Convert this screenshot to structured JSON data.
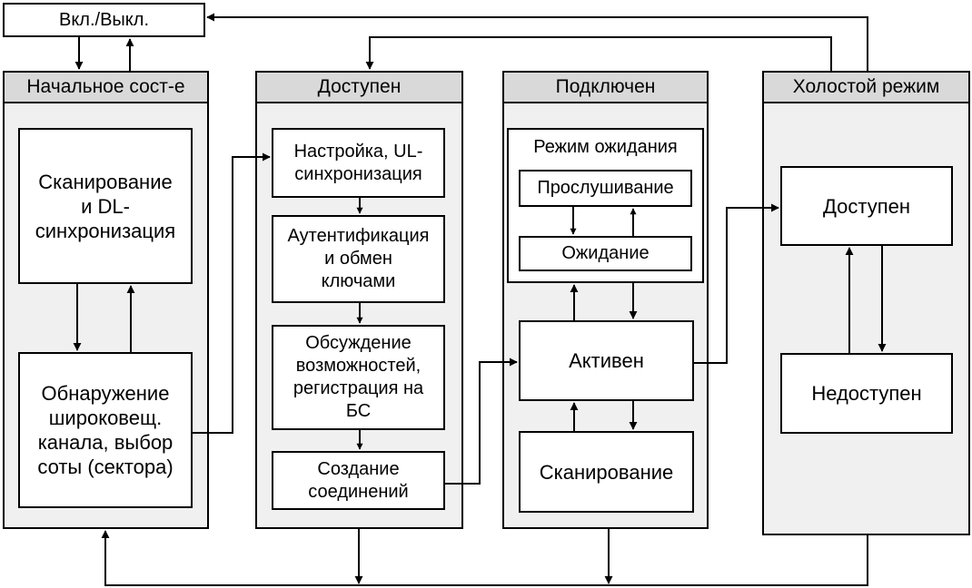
{
  "onoff": "Вкл./Выкл.",
  "columns": {
    "initial": {
      "title": "Начальное сост-е",
      "scan": "Сканирование\nи DL-\nсинхронизация",
      "detect": "Обнаружение\nшироковещ.\nканала, выбор\nсоты (сектора)"
    },
    "available": {
      "title": "Доступен",
      "setup": "Настройка, UL-\nсинхронизация",
      "auth": "Аутентификация\nи обмен\nключами",
      "negotiation": "Обсуждение\nвозможностей,\nрегистрация на\nБС",
      "connect": "Создание\nсоединений"
    },
    "connected": {
      "title": "Подключен",
      "sleep_mode": "Режим ожидания",
      "listen": "Прослушивание",
      "wait": "Ожидание",
      "active": "Активен",
      "scanning": "Сканирование"
    },
    "idle": {
      "title": "Холостой режим",
      "available": "Доступен",
      "unavailable": "Недоступен"
    }
  }
}
